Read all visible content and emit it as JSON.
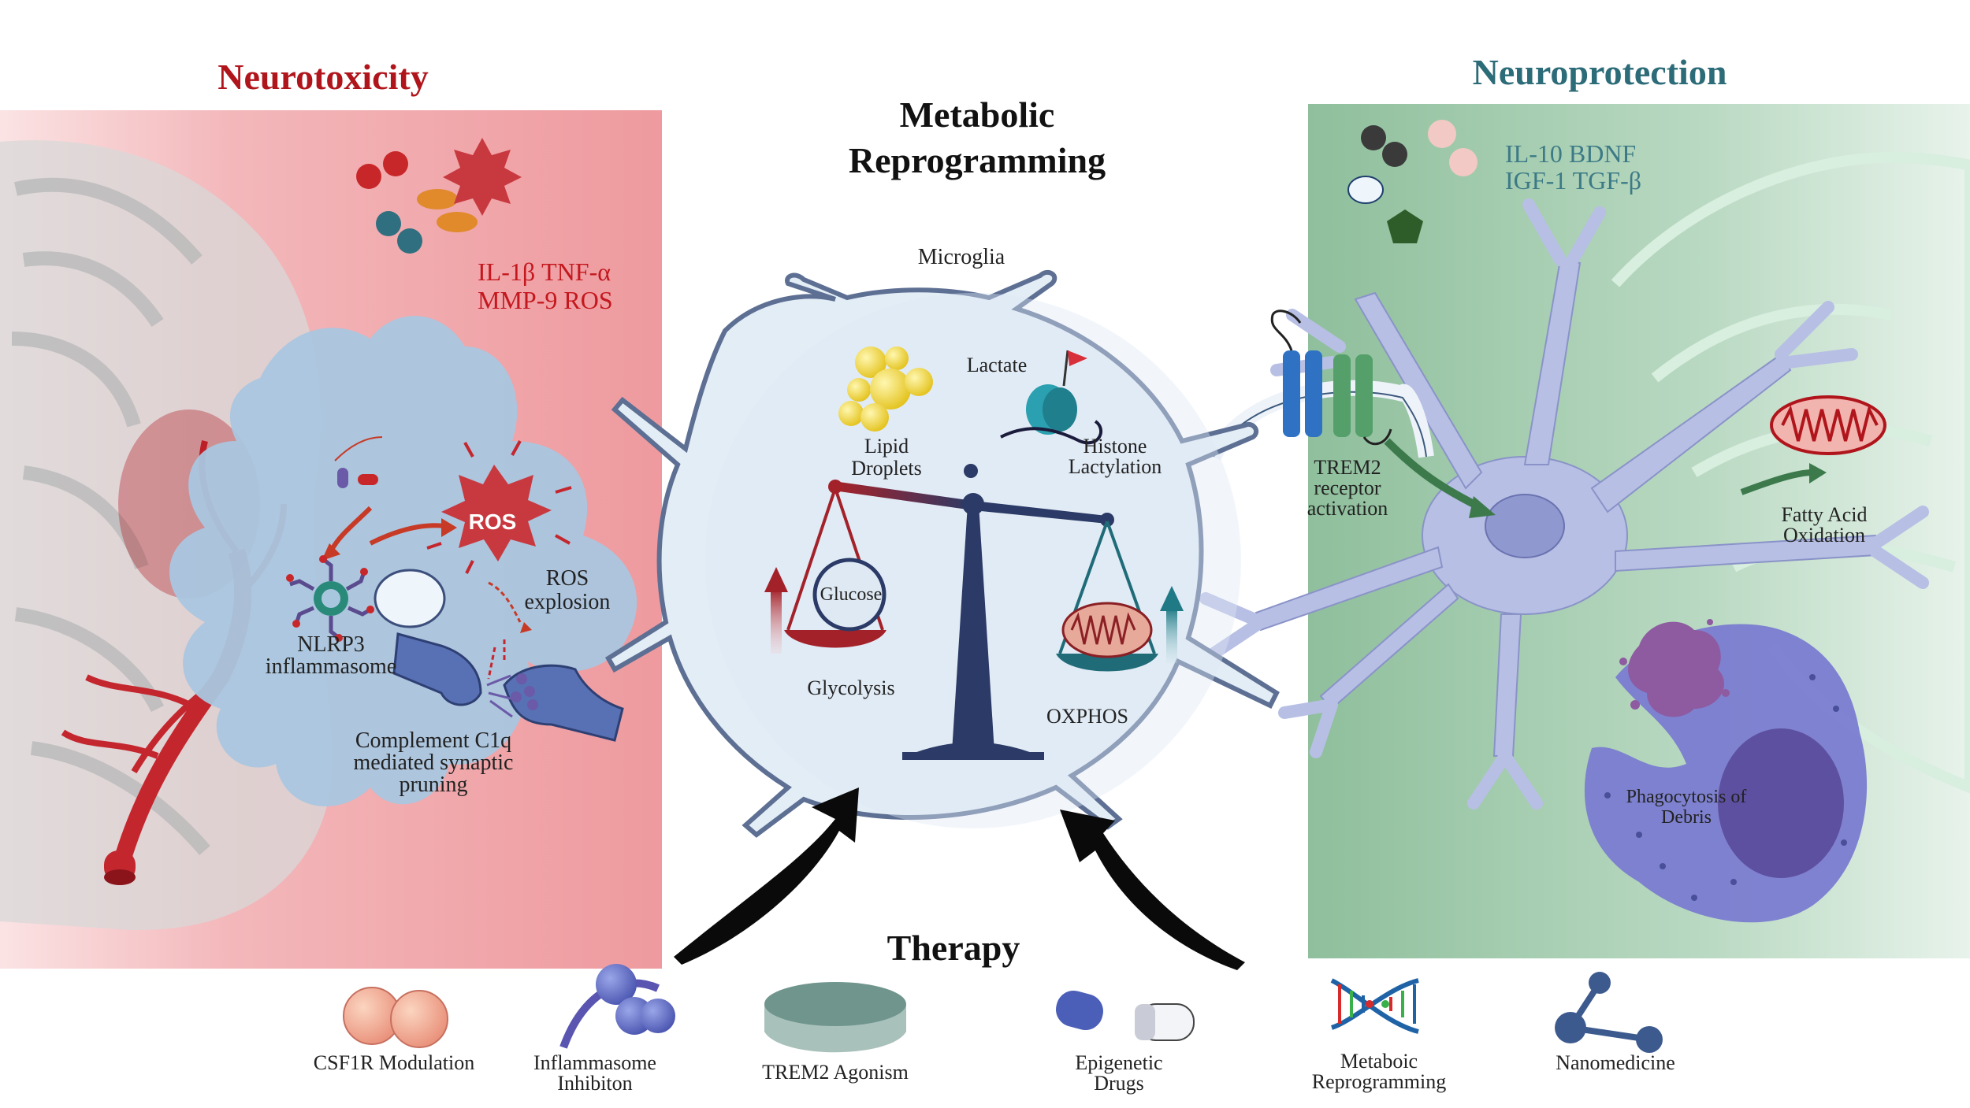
{
  "titles": {
    "neurotoxicity": "Neurotoxicity",
    "neuroprotection": "Neuroprotection",
    "metabolic_reprogramming_line1": "Metabolic",
    "metabolic_reprogramming_line2": "Reprogramming",
    "therapy": "Therapy"
  },
  "neurotoxicity": {
    "cytokines_line1": "IL-1β  TNF-α",
    "cytokines_line2": "MMP-9  ROS",
    "ros_burst": "ROS",
    "ros_explosion_line1": "ROS",
    "ros_explosion_line2": "explosion",
    "nlrp3_line1": "NLRP3",
    "nlrp3_line2": "inflammasome",
    "complement_line1": "Complement C1q",
    "complement_line2": "mediated synaptic",
    "complement_line3": "pruning"
  },
  "center": {
    "microglia": "Microglia",
    "lactate": "Lactate",
    "lipid_line1": "Lipid",
    "lipid_line2": "Droplets",
    "histone_line1": "Histone",
    "histone_line2": "Lactylation",
    "glucose": "Glucose",
    "glycolysis": "Glycolysis",
    "oxphos": "OXPHOS"
  },
  "neuroprotection": {
    "cytokines_line1": "IL-10 BDNF",
    "cytokines_line2": "IGF-1 TGF-β",
    "trem2_line1": "TREM2",
    "trem2_line2": "receptor",
    "trem2_line3": "activation",
    "fatty_line1": "Fatty Acid",
    "fatty_line2": "Oxidation",
    "phago_line1": "Phagocytosis of",
    "phago_line2": "Debris"
  },
  "therapy_items": {
    "csf1r": "CSF1R Modulation",
    "inflammasome_line1": "Inflammasome",
    "inflammasome_line2": "Inhibiton",
    "trem2": "TREM2 Agonism",
    "epigenetic_line1": "Epigenetic",
    "epigenetic_line2": "Drugs",
    "metaboic_line1": "Metaboic",
    "metaboic_line2": "Reprogramming",
    "nanomedicine": "Nanomedicine"
  },
  "colors": {
    "neurotoxicity_red": "#b0151c",
    "neuroprotection_teal": "#2c6b78",
    "left_panel": "#ee9fa2",
    "right_panel": "#9cc7a8",
    "microglia_blue": "#a9c6df"
  }
}
